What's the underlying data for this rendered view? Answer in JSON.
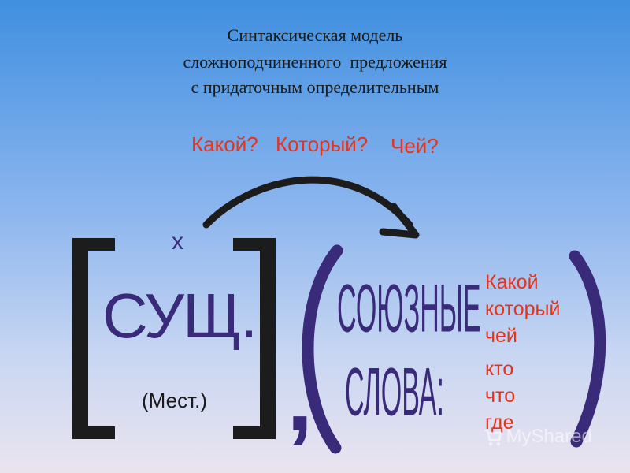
{
  "title": {
    "line1": "Синтаксическая модель",
    "line2": "сложноподчиненного  предложения",
    "line3": "с придаточным определительным"
  },
  "questions": {
    "q1": "Какой?",
    "q2": "Который?",
    "q3": "Чей?"
  },
  "main_clause": {
    "marker": "х",
    "noun": "СУЩ.",
    "pronoun": "(Мест.)"
  },
  "comma": ",",
  "subordinate": {
    "line1": "СОЮЗНЫЕ",
    "line2": "СЛОВА:",
    "words": [
      "Какой",
      "который",
      "чей",
      "кто",
      "что",
      "где"
    ]
  },
  "watermark": "MyShared",
  "colors": {
    "title": "#1a1a1a",
    "questions": "#e8321a",
    "bracket": "#1c1c1c",
    "purple": "#3a2a7a",
    "arrow": "#1c1c1c"
  }
}
